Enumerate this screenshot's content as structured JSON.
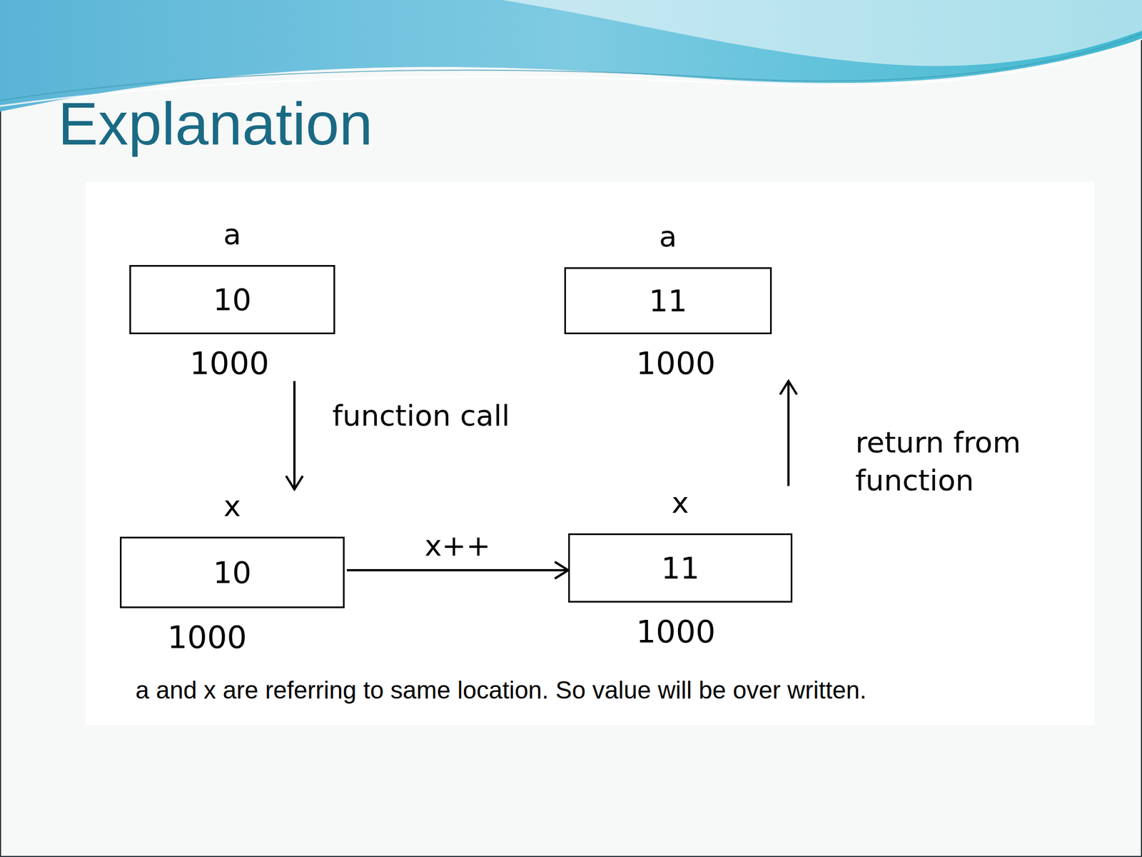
{
  "diagram": {
    "title": "Explanation",
    "caption": "a and x are referring to same location. So value will be over written.",
    "nodes": [
      {
        "text": [
          "a",
          "10",
          "1000"
        ]
      },
      {
        "text": [
          "a",
          "11",
          "1000"
        ]
      },
      {
        "text": [
          "x",
          "10",
          "1000"
        ]
      },
      {
        "text": [
          "x",
          "11",
          "1000"
        ]
      }
    ],
    "edges": [
      {
        "from": 0,
        "to": 2,
        "arrow": "to",
        "label": "function call"
      },
      {
        "from": 2,
        "to": 3,
        "arrow": "to",
        "label": "x++"
      },
      {
        "from": 3,
        "to": 1,
        "arrow": "to",
        "label": "return from function"
      }
    ]
  }
}
